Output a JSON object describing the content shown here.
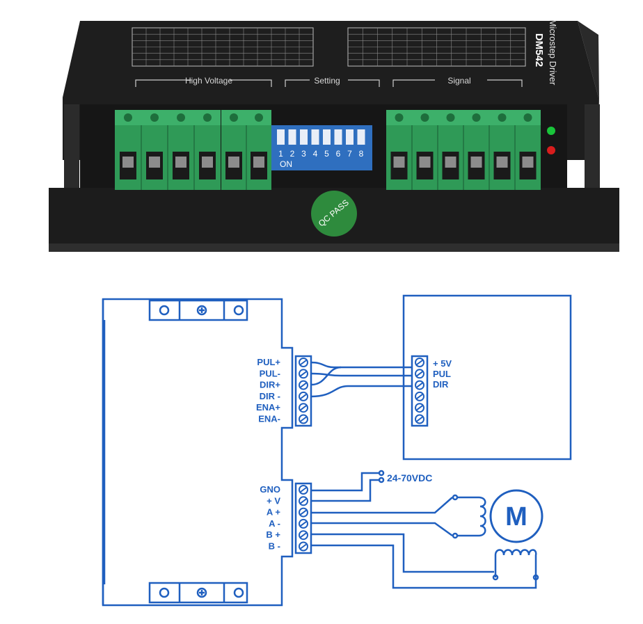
{
  "device": {
    "title": "Microstep Driver",
    "model": "DM542",
    "sections": {
      "high_voltage": "High Voltage",
      "setting": "Setting",
      "signal": "Signal"
    },
    "dip_numbers": [
      "1",
      "2",
      "3",
      "4",
      "5",
      "6",
      "7",
      "8"
    ],
    "dip_on_label": "ON",
    "qc_sticker": "QC PASS",
    "colors": {
      "body": "#1b1b1b",
      "terminal_green": "#2f9a57",
      "dip_blue": "#2f6fbf",
      "sticker_green": "#2e8b3d",
      "led_green": "#19c43a",
      "led_red": "#d81d1d"
    }
  },
  "wiring": {
    "signal_pins": [
      "PUL+",
      "PUL-",
      "DIR+",
      "DIR -",
      "ENA+",
      "ENA-"
    ],
    "controller_pins": [
      "+ 5V",
      "PUL",
      "DIR"
    ],
    "power_pins": [
      "GNO",
      "+ V",
      "A +",
      "A -",
      "B +",
      "B -"
    ],
    "supply_label": "24-70VDC",
    "motor_label": "M",
    "line_color": "#1f5fbf"
  }
}
